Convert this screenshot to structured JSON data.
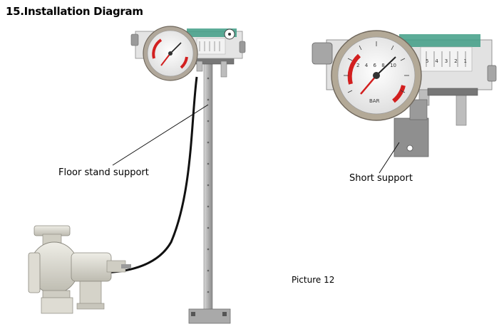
{
  "header": {
    "title": "15.Installation Diagram"
  },
  "labels": {
    "floor_stand": "Floor stand support",
    "short_support": "Short support",
    "picture": "Picture 12"
  },
  "gauge": {
    "unit": "BAR",
    "scale_numbers": [
      "2",
      "4",
      "6",
      "8",
      "10"
    ],
    "scale_digits": [
      "5",
      "4",
      "3",
      "2",
      "1"
    ]
  },
  "colors": {
    "tube": "#111111",
    "stand": "#b8b8b8",
    "bracket": "#8f8f8f",
    "green_body": "#3f9d86",
    "pump": "#d9d8cf",
    "needle": "#d21f1f"
  }
}
